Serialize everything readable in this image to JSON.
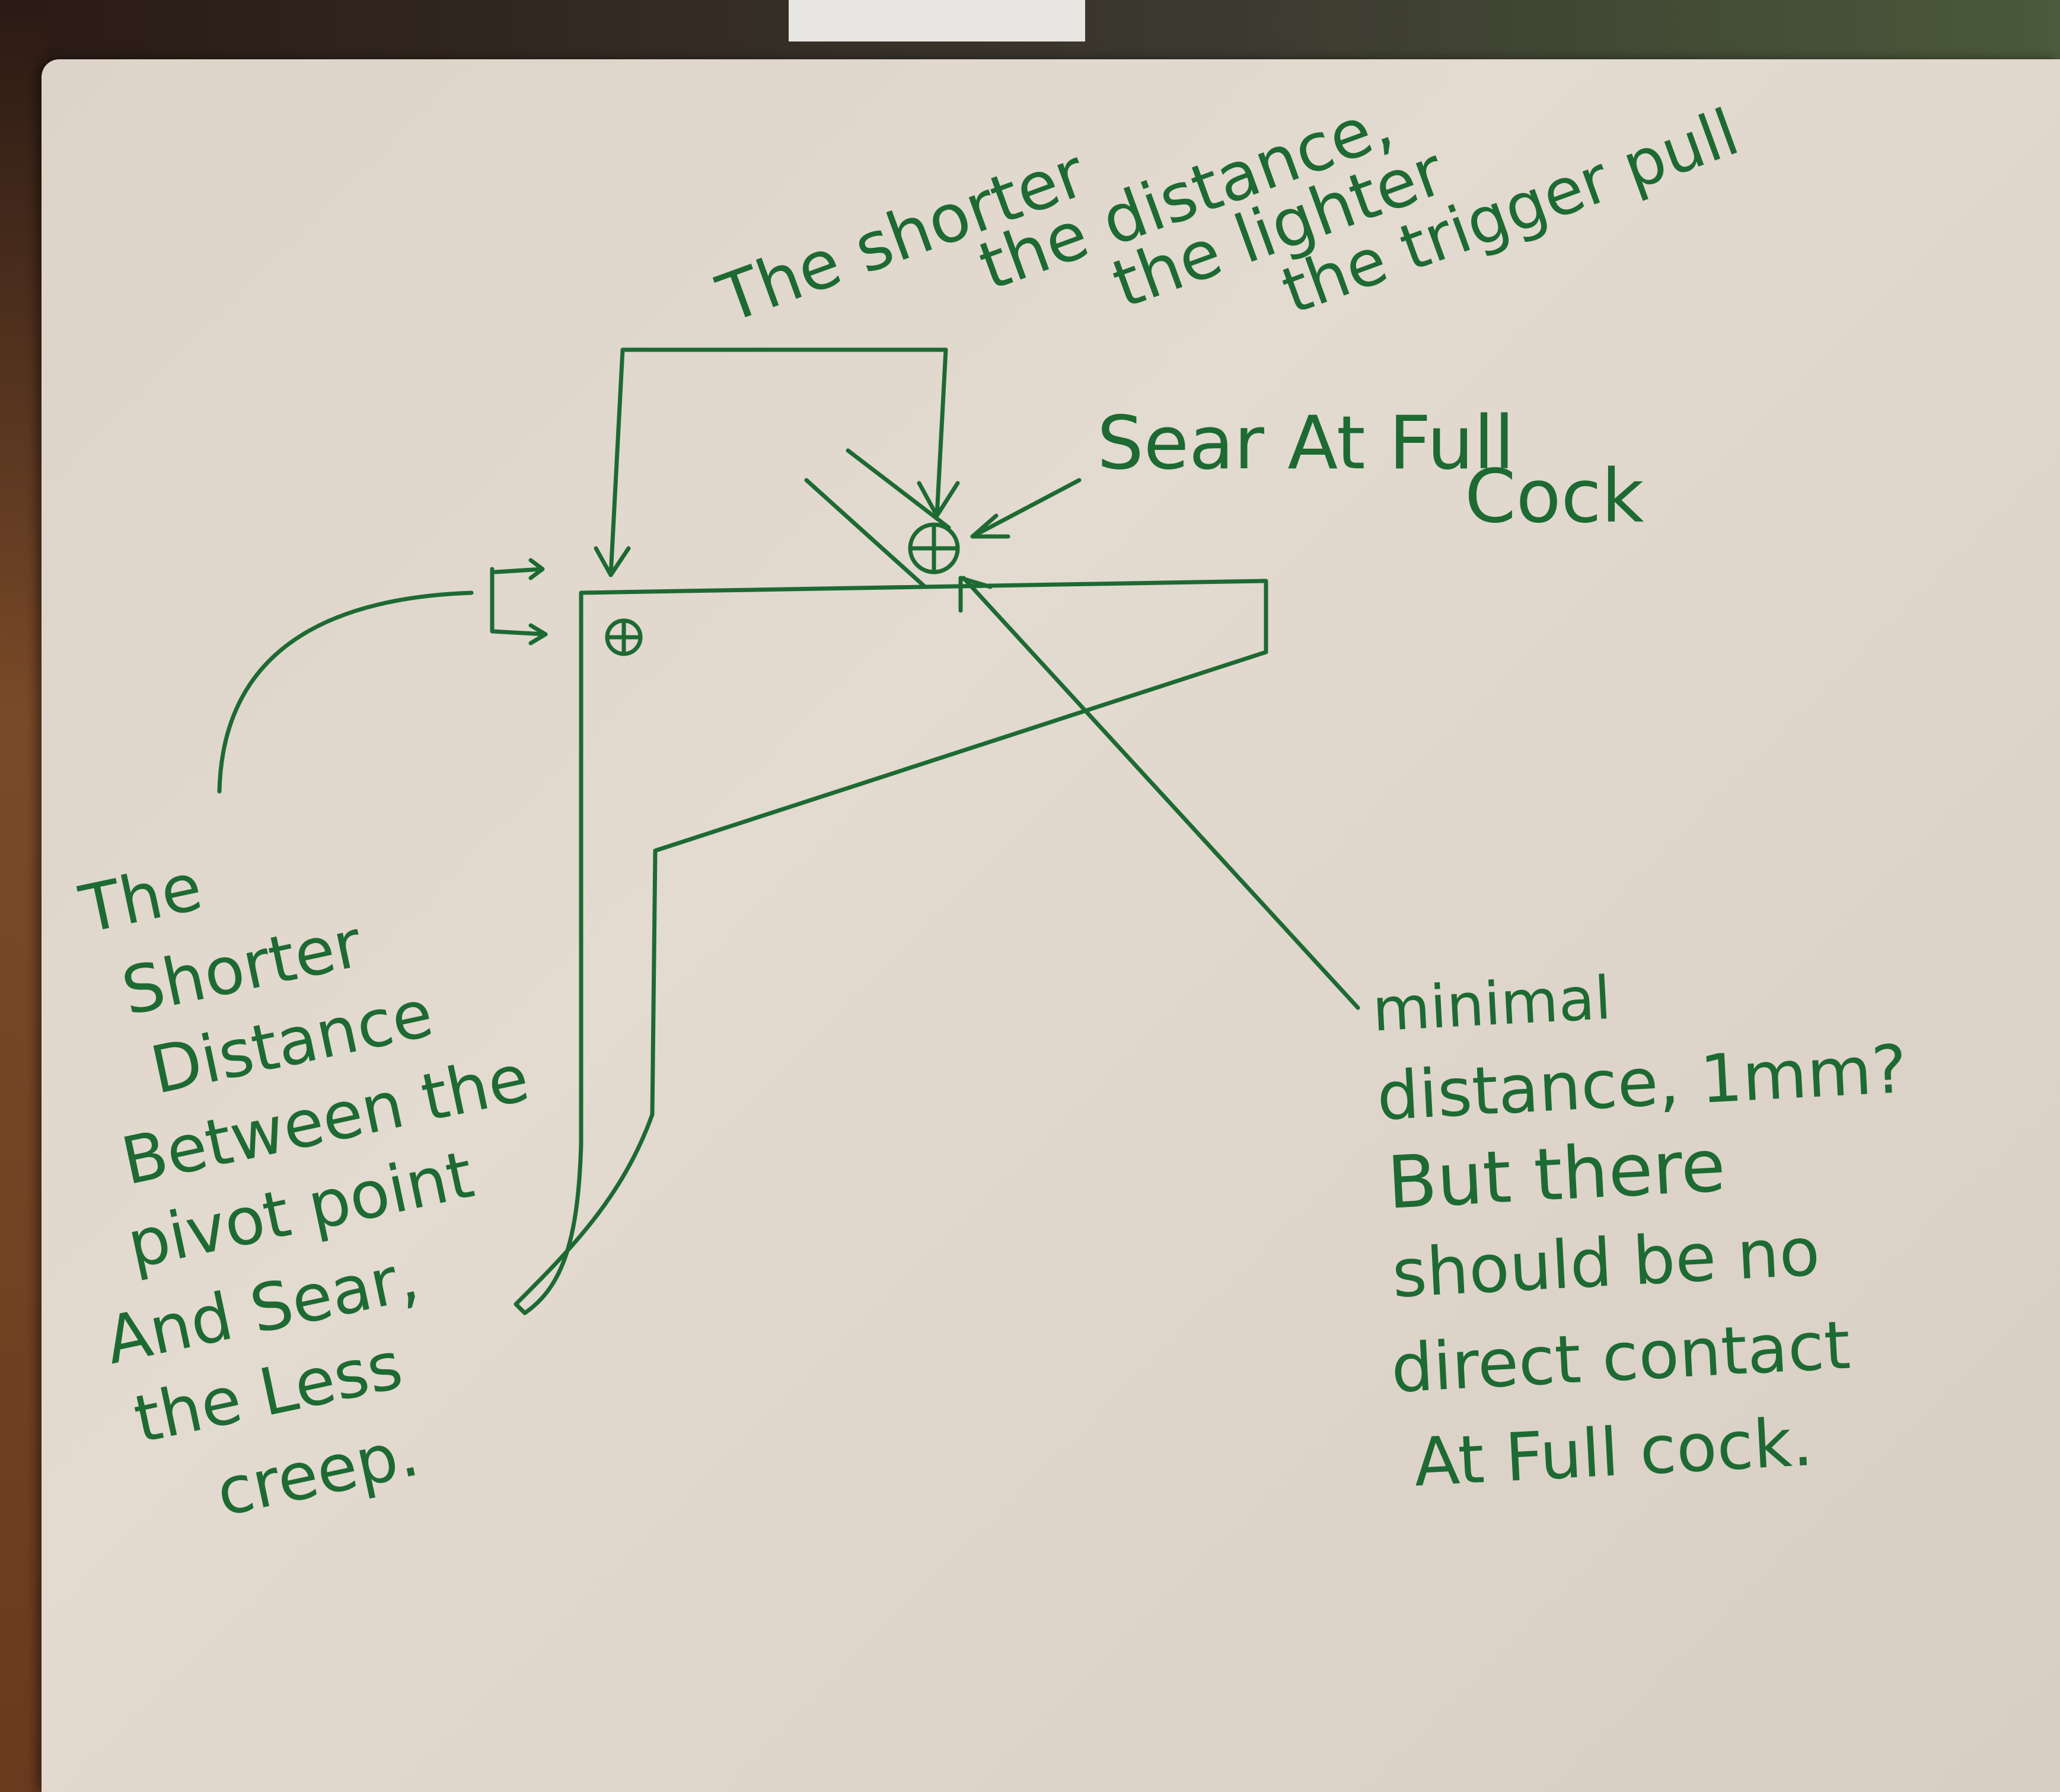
{
  "annotations": {
    "top_note": {
      "lines": [
        "The shorter",
        "the distance,",
        "the lighter",
        "the trigger pull"
      ]
    },
    "sear_label": {
      "lines": [
        "Sear At Full",
        "Cock"
      ]
    },
    "left_note": {
      "lines": [
        "The",
        "Shorter",
        "Distance",
        "Between the",
        "pivot point",
        "And Sear,",
        "the Less",
        "creep."
      ]
    },
    "right_note": {
      "lines": [
        "minimal",
        "distance, 1mm?",
        "But there",
        "should be no",
        "direct contact",
        "At Full cock."
      ]
    }
  },
  "colors": {
    "ink": "#1d6a33",
    "paper": "#ddd3c8",
    "background": "#3a2418"
  },
  "icons": {
    "pivot_marker": "circle-cross-icon",
    "sear_marker": "circle-cross-icon"
  }
}
